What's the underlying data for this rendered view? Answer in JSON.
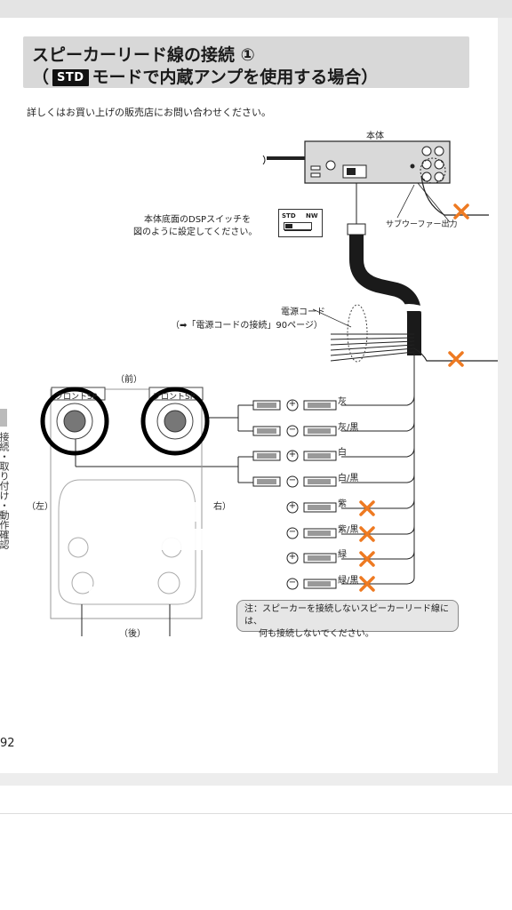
{
  "title": {
    "line1": "スピーカーリード線の接続 ①",
    "line2_open": "（",
    "std_badge": "STD",
    "line2_rest": "モードで内蔵アンプを使用する場合）"
  },
  "intro": "詳しくはお買い上げの販売店にお問い合わせください。",
  "diagram": {
    "main_unit": "本体",
    "dsp_note_line1": "本体底面のDSPスイッチを",
    "dsp_note_line2": "図のように設定してください。",
    "switch_std": "STD",
    "switch_nw": "NW",
    "subwoofer_out": "サブウーファー出力",
    "power_cord": "電源コード",
    "power_ref": "（➡「電源コードの接続」90ページ）",
    "front": "（前）",
    "rear": "（後）",
    "left": "（左）",
    "right": "右）",
    "front_sp_left": "フロントSP",
    "front_sp_right": "フロントSP",
    "wires": [
      {
        "sign": "+",
        "color_label": "灰",
        "connected": true
      },
      {
        "sign": "−",
        "color_label": "灰/黒",
        "connected": true
      },
      {
        "sign": "+",
        "color_label": "白",
        "connected": true
      },
      {
        "sign": "−",
        "color_label": "白/黒",
        "connected": true
      },
      {
        "sign": "+",
        "color_label": "紫",
        "connected": false
      },
      {
        "sign": "−",
        "color_label": "紫/黒",
        "connected": false
      },
      {
        "sign": "+",
        "color_label": "緑",
        "connected": false
      },
      {
        "sign": "−",
        "color_label": "緑/黒",
        "connected": false
      }
    ]
  },
  "note": {
    "line1": "注：スピーカーを接続しないスピーカーリード線には、",
    "line2": "何も接続しないでください。"
  },
  "side_label": "接続・取り付け・動作確認",
  "page_number": "92",
  "colors": {
    "cross": "#ee7a22",
    "cable": "#1a1a1a",
    "title_bg": "#d8d8d8"
  }
}
